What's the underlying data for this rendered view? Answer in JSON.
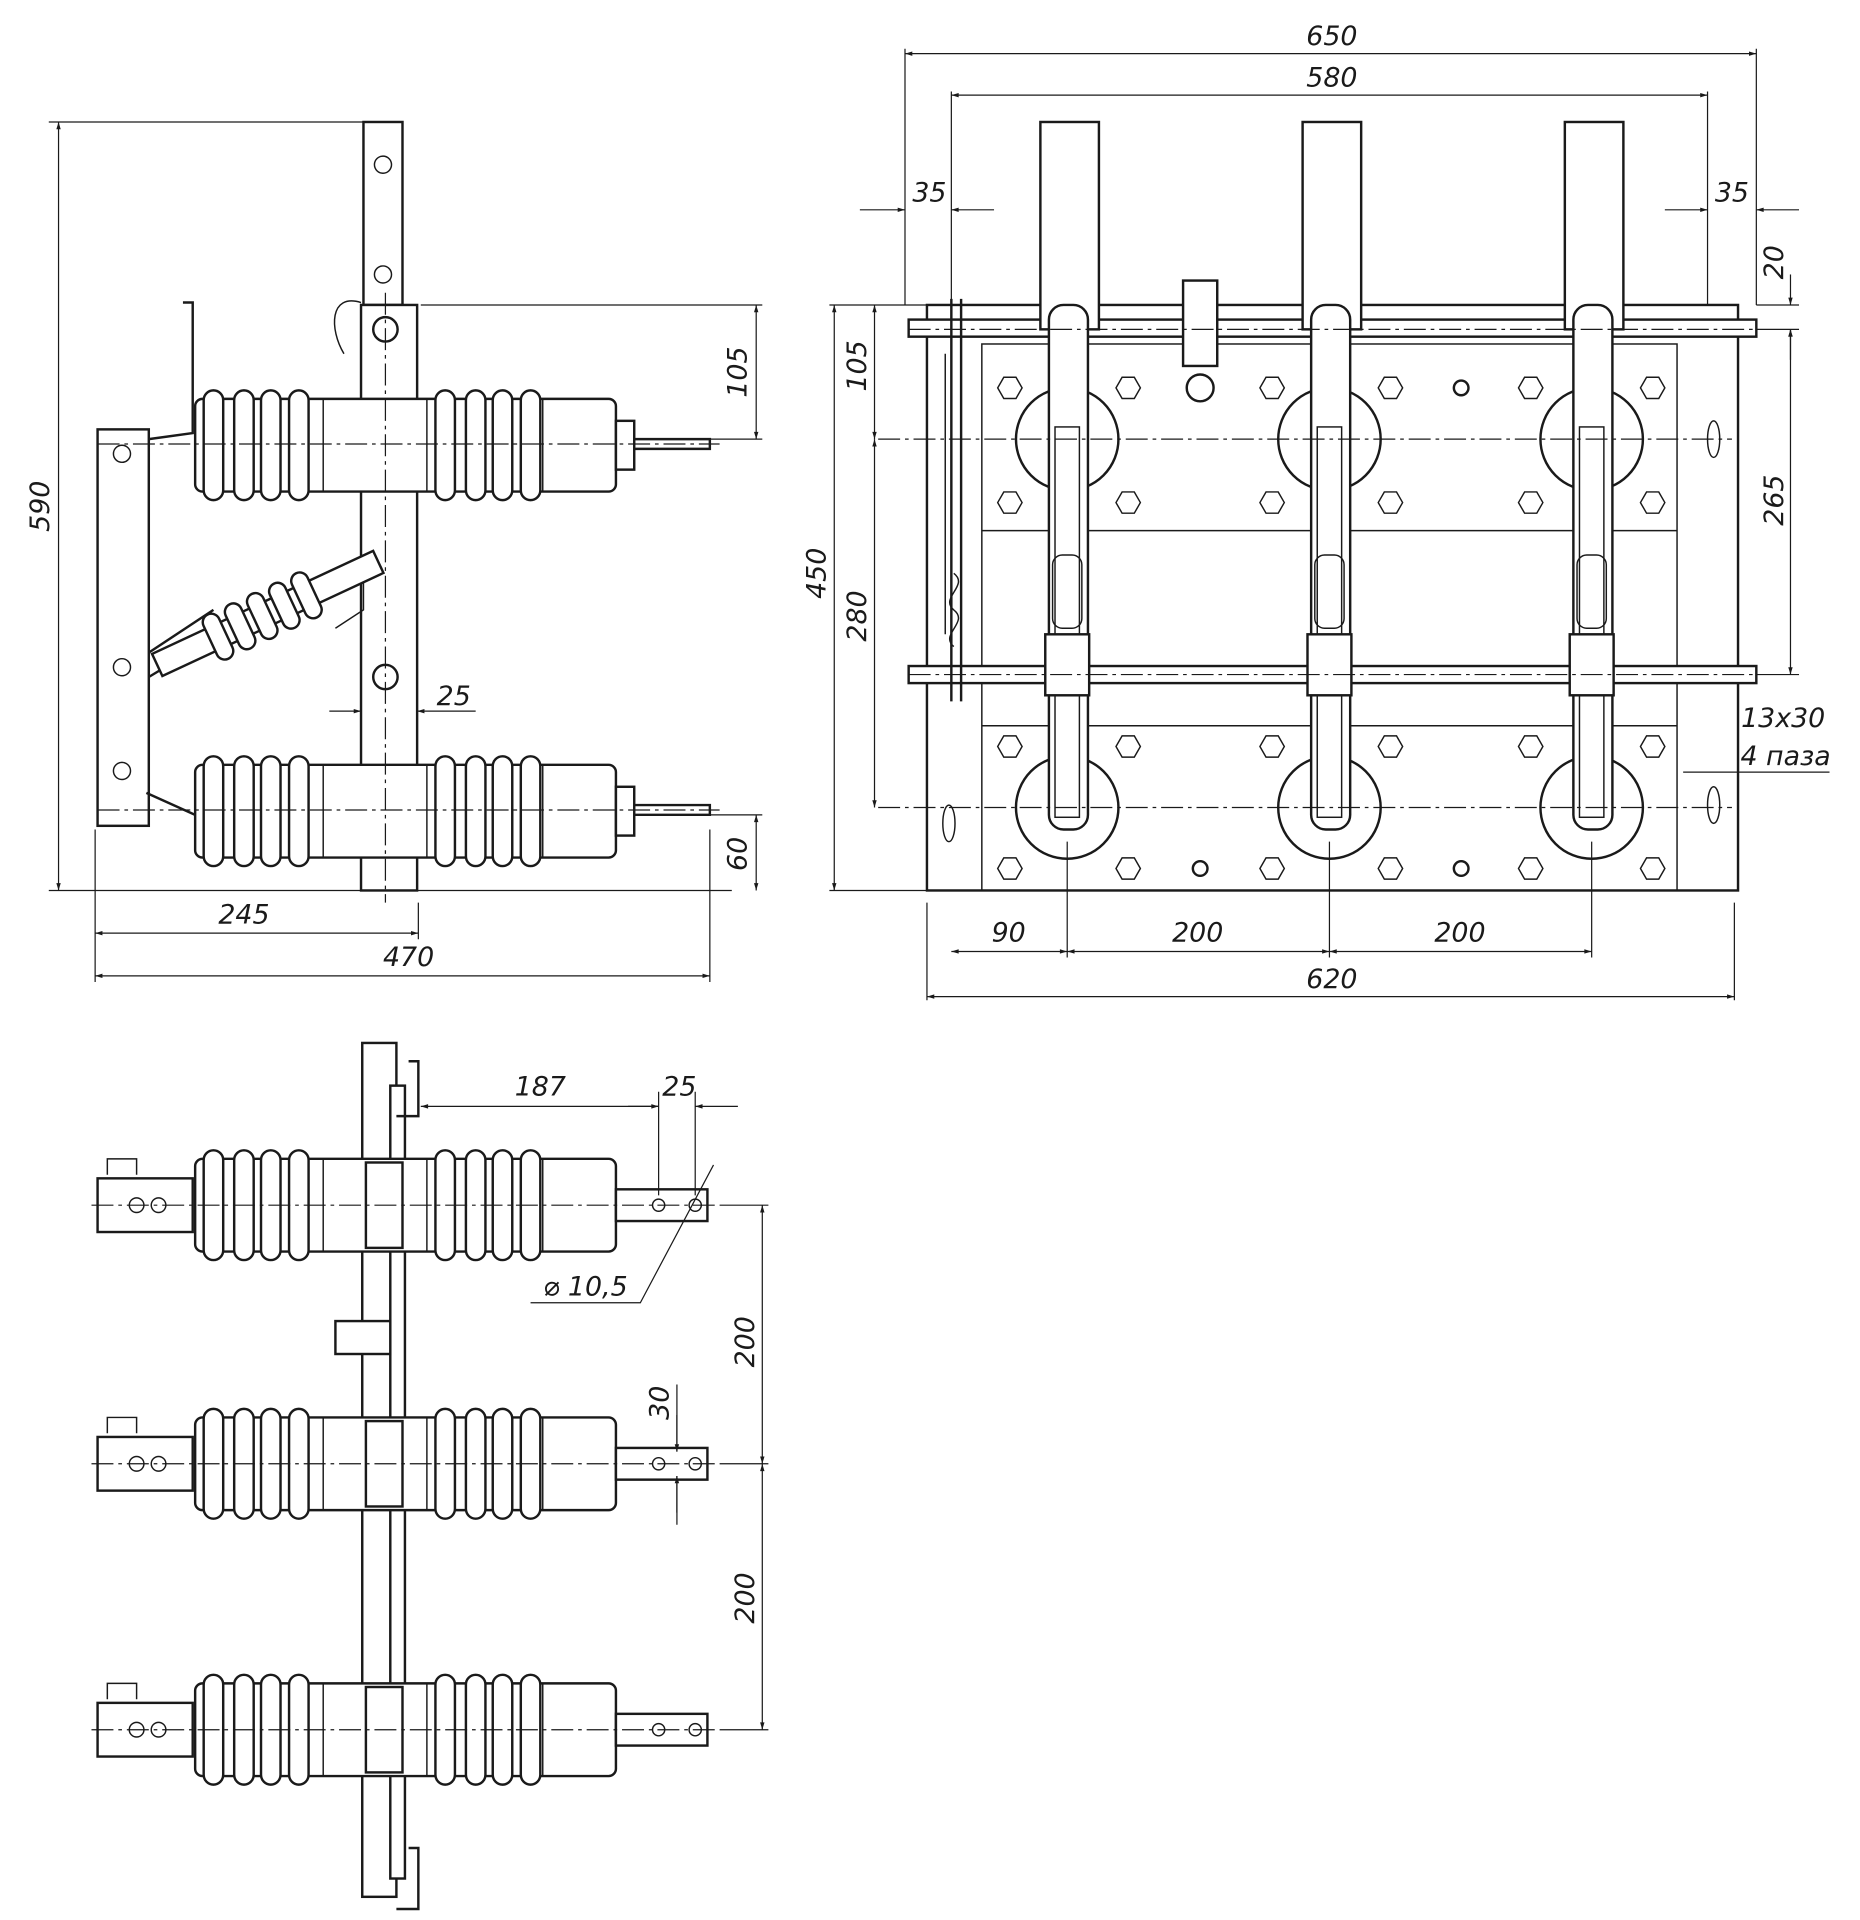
{
  "side_view": {
    "height": "590",
    "top_offset": "105",
    "bar_width": "25",
    "bottom_offset": "60",
    "depth": "245",
    "total_length": "470"
  },
  "front_view": {
    "overall_width": "650",
    "axle_span": "580",
    "left_margin": "35",
    "right_margin": "35",
    "top_offset": "20",
    "left_offset": "105",
    "axle_pitch": "265",
    "height": "450",
    "hole_pitch": "280",
    "slot_size": "13x30",
    "slot_count": "4 паза",
    "edge_to_pole": "90",
    "pole_pitch_1": "200",
    "pole_pitch_2": "200",
    "base_width": "620"
  },
  "top_view": {
    "terminal_length": "187",
    "hole_spacing": "25",
    "hole_diameter": "⌀ 10,5",
    "pole_pitch_1": "200",
    "terminal_width": "30",
    "pole_pitch_2": "200"
  },
  "colors": {
    "line": "#1a1a1a",
    "background": "#ffffff"
  }
}
